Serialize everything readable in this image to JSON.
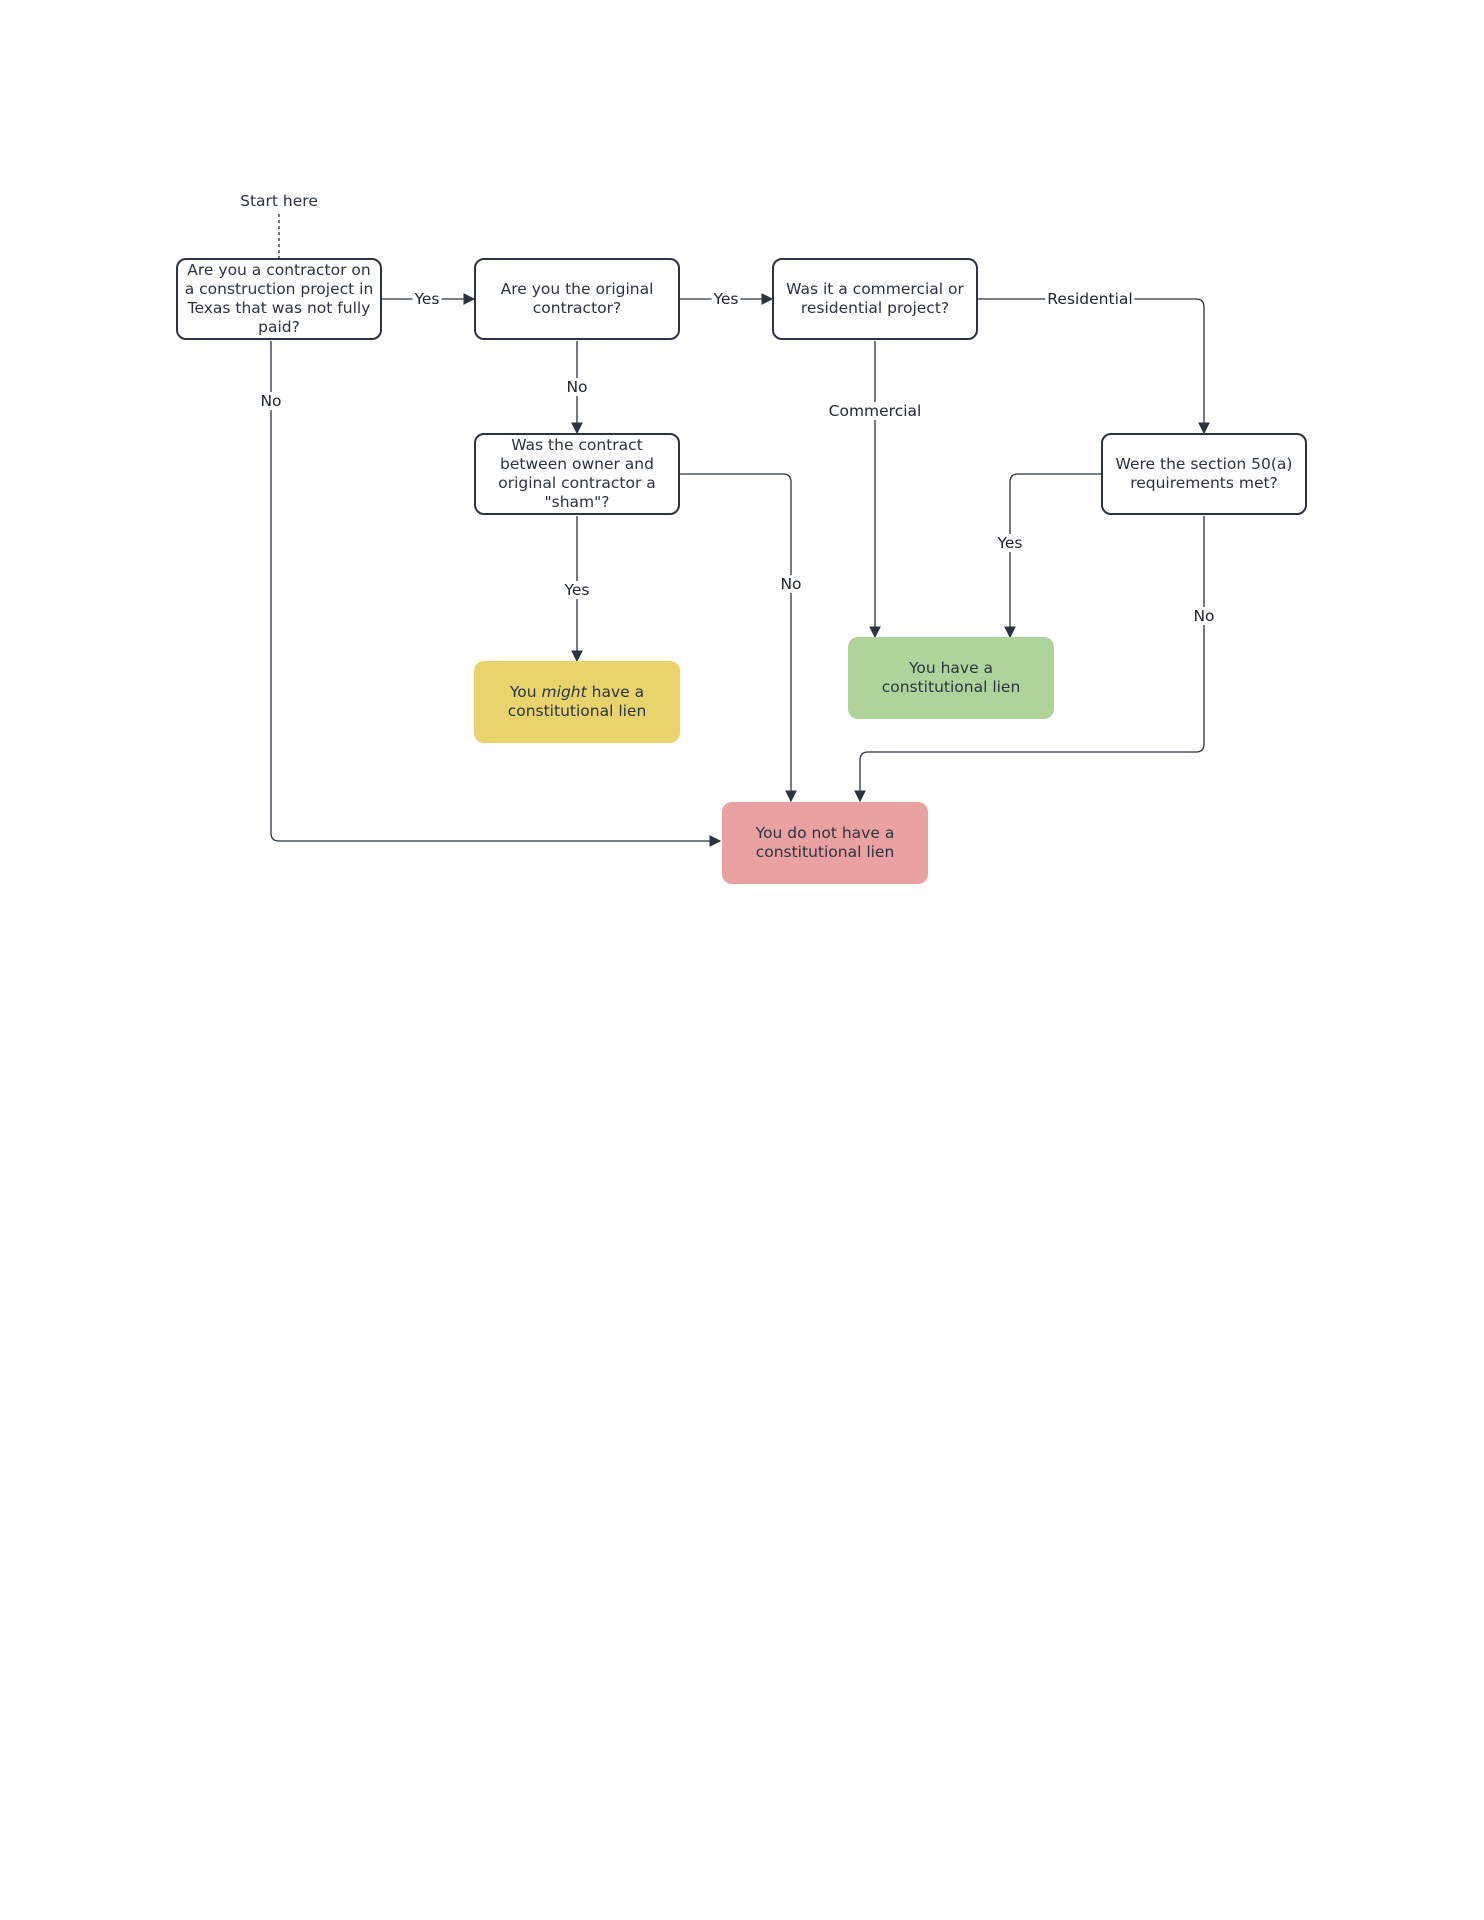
{
  "diagram": {
    "start_label": "Start here",
    "nodes": {
      "q1": "Are you a contractor on a construction project in Texas that was not fully paid?",
      "q2": "Are you the original contractor?",
      "q3": "Was it a commercial or residential project?",
      "q4": "Was the contract between owner and original contractor a \"sham\"?",
      "q5": "Were the section 50(a) requirements met?",
      "outcome_might": {
        "prefix": "You ",
        "emphasis": "might",
        "suffix": " have a constitutional lien"
      },
      "outcome_have": "You have a constitutional lien",
      "outcome_not": "You do not have a constitutional lien"
    },
    "edges": {
      "q1_to_q2": "Yes",
      "q1_to_not": "No",
      "q2_to_q3": "Yes",
      "q2_to_q4": "No",
      "q3_to_q5": "Residential",
      "q3_to_have": "Commercial",
      "q4_to_might": "Yes",
      "q4_to_not": "No",
      "q5_to_have": "Yes",
      "q5_to_not": "No"
    },
    "colors": {
      "line": "#2b3440",
      "might": "#e9d36c",
      "have": "#aed49c",
      "not": "#e9a1a1"
    }
  }
}
